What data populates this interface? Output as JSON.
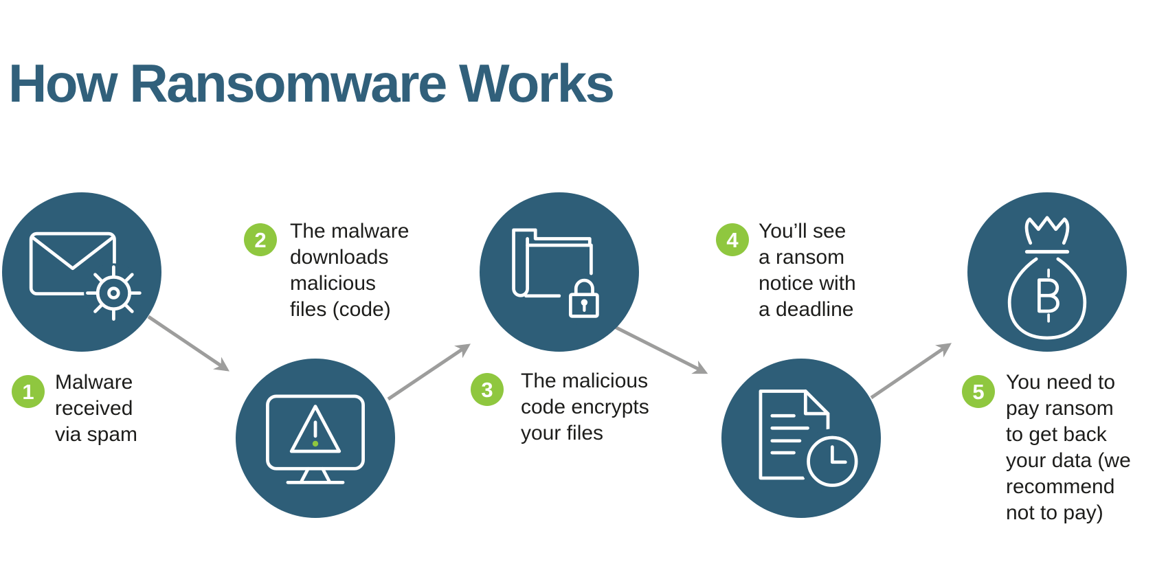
{
  "title": "How Ransomware Works",
  "colors": {
    "circle_teal": "#2E5E78",
    "badge_green": "#8FC73F",
    "arrow_gray": "#9D9D9C",
    "title_teal": "#31607B",
    "body_text": "#1D1D1B",
    "icon_stroke": "#FFFFFF",
    "warning_dot_green": "#8FC73F"
  },
  "steps": [
    {
      "number": "1",
      "icon": "envelope-virus-icon",
      "lines": [
        "Malware",
        "received",
        "via spam"
      ]
    },
    {
      "number": "2",
      "icon": "monitor-warning-icon",
      "lines": [
        "The malware",
        "downloads",
        "malicious",
        "files (code)"
      ]
    },
    {
      "number": "3",
      "icon": "folder-lock-icon",
      "lines": [
        "The malicious",
        "code encrypts",
        "your files"
      ]
    },
    {
      "number": "4",
      "icon": "document-clock-icon",
      "lines": [
        "You’ll see",
        "a ransom",
        "notice with",
        "a deadline"
      ]
    },
    {
      "number": "5",
      "icon": "money-bag-bitcoin-icon",
      "lines": [
        "You need to",
        "pay ransom",
        "to get back",
        "your data (we",
        "recommend",
        "not to pay)"
      ]
    }
  ]
}
